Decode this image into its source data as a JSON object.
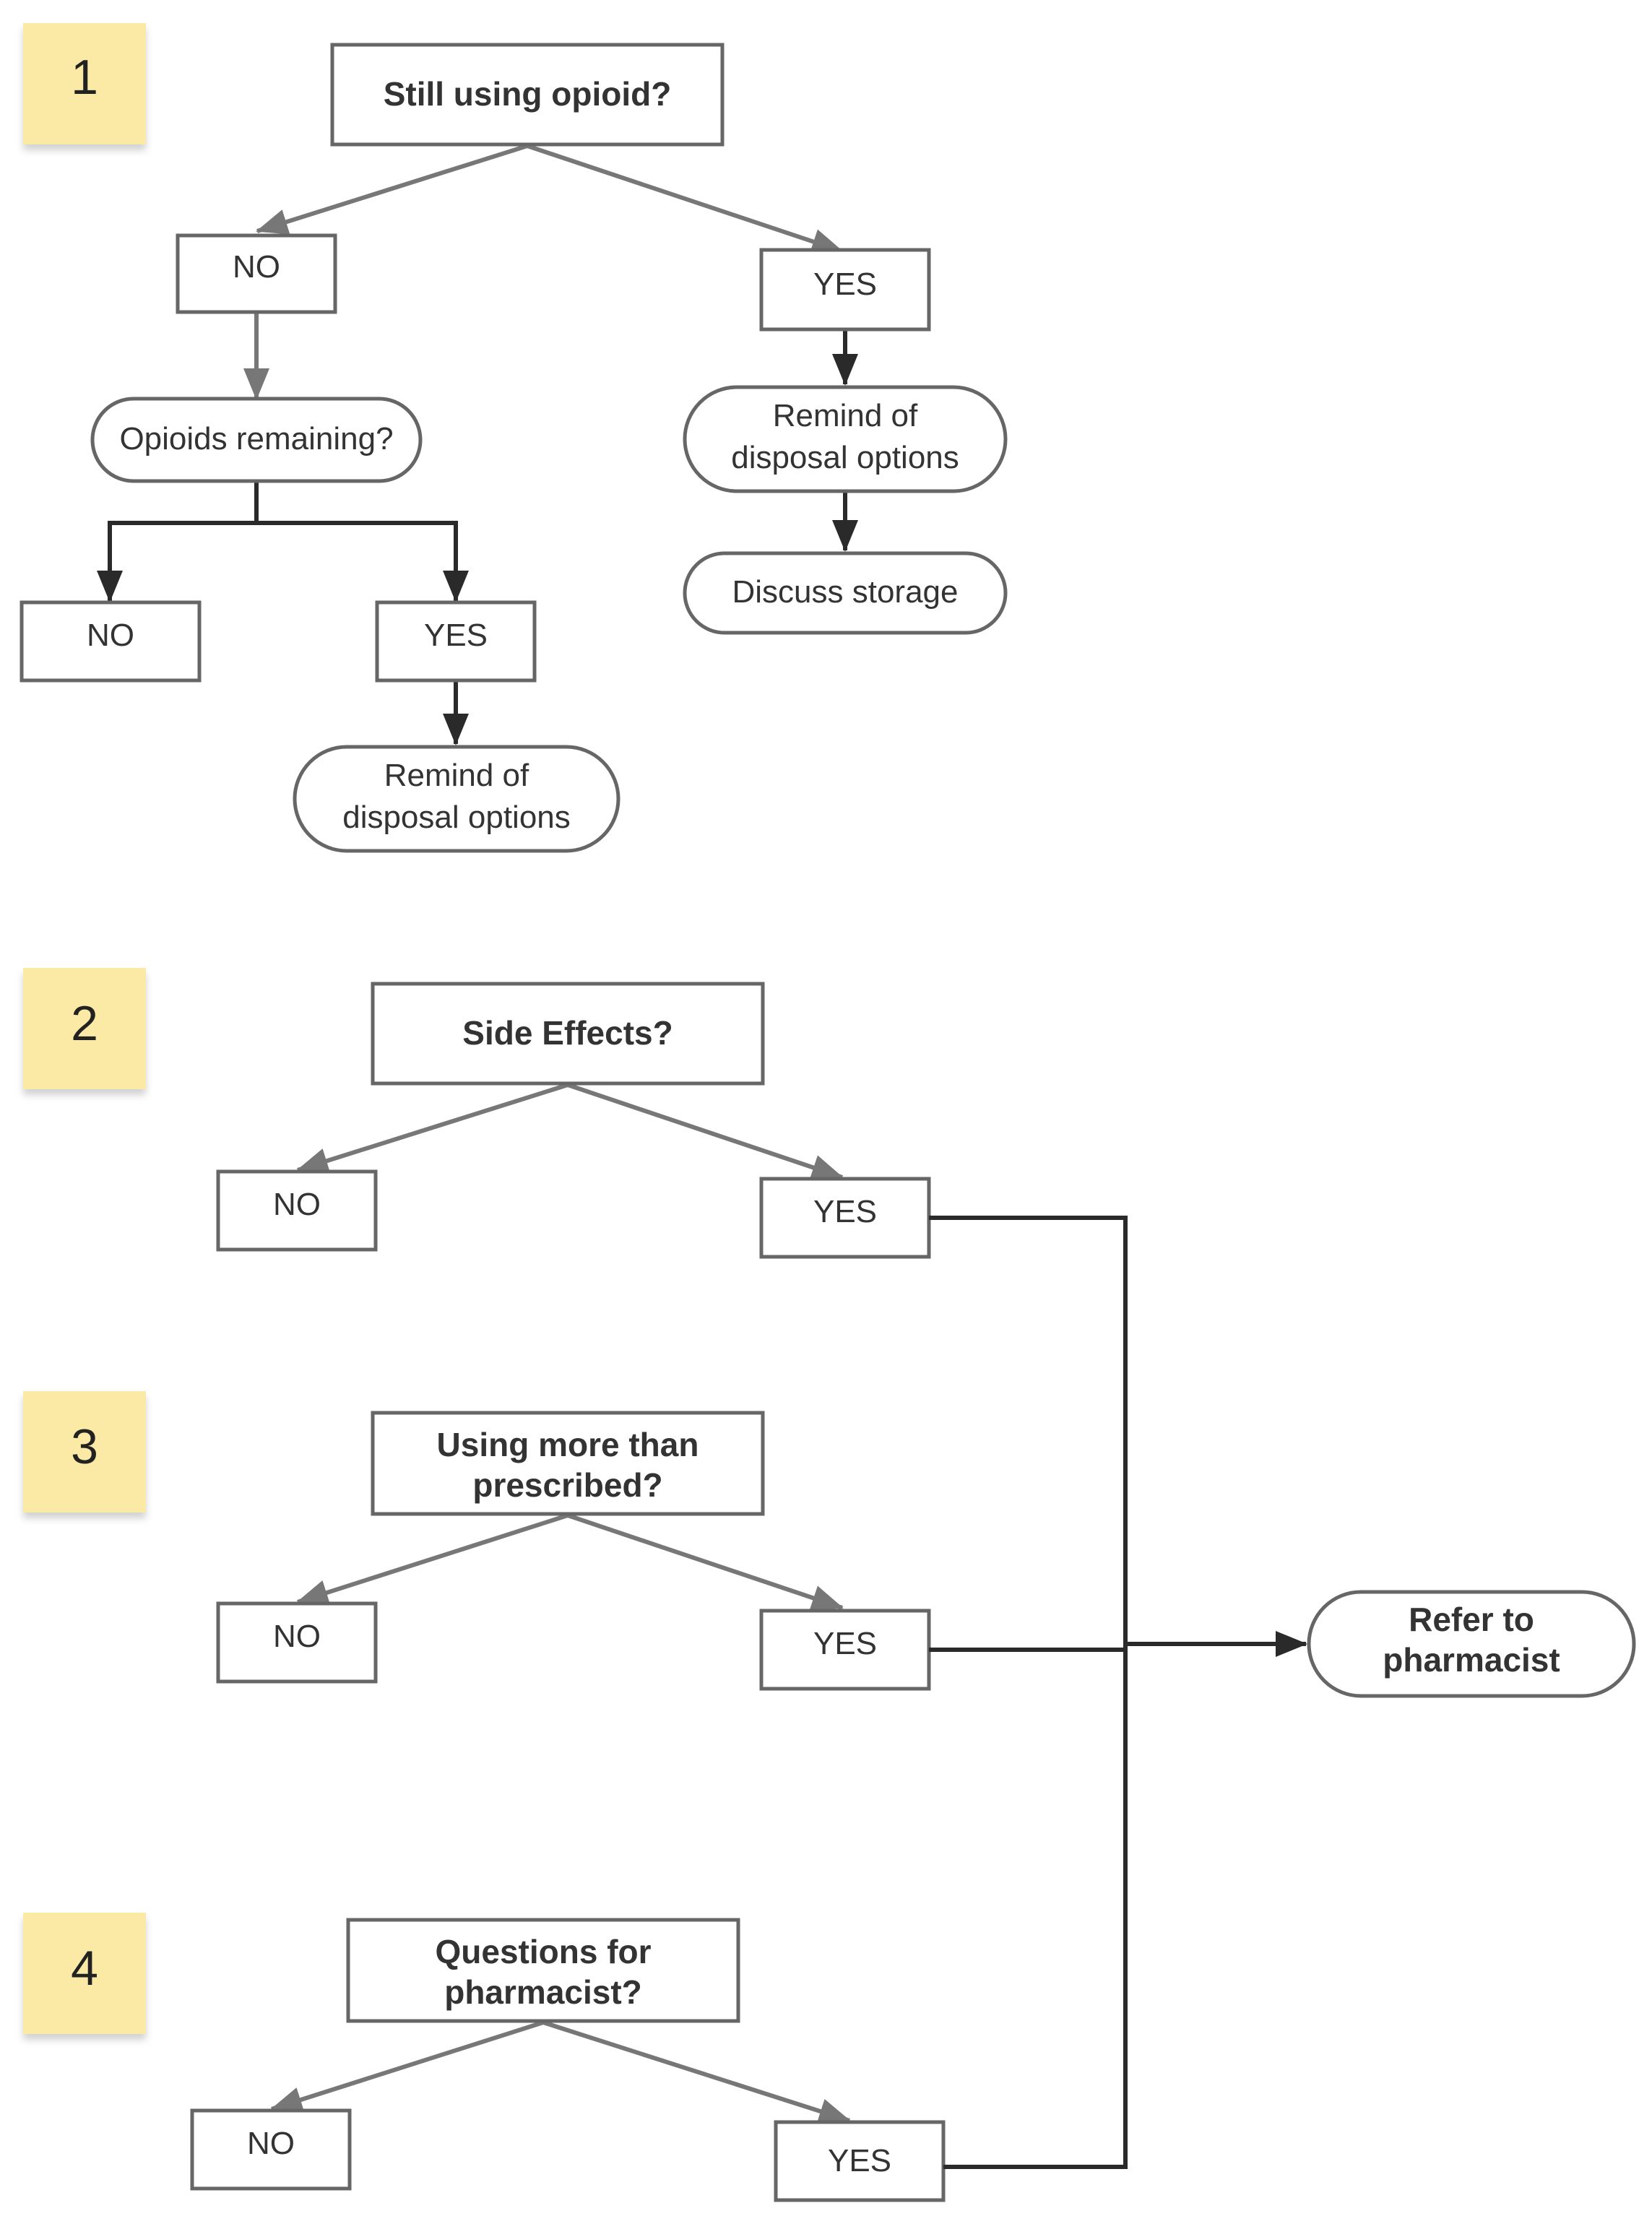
{
  "colors": {
    "box_stroke": "#666666",
    "arrow_gray": "#777777",
    "arrow_dark": "#2a2a2a",
    "sticky_note": "#fbeaa5",
    "text": "#333333"
  },
  "sections": [
    {
      "number": "1",
      "question": "Still using opioid?",
      "no_label": "NO",
      "yes_label": "YES",
      "no_branch": {
        "question": "Opioids remaining?",
        "no_label": "NO",
        "yes_label": "YES",
        "yes_action": [
          "Remind of",
          "disposal options"
        ]
      },
      "yes_branch": {
        "actions": [
          [
            "Remind of",
            "disposal options"
          ],
          [
            "Discuss storage"
          ]
        ]
      }
    },
    {
      "number": "2",
      "question": [
        "Side Effects?"
      ],
      "no_label": "NO",
      "yes_label": "YES"
    },
    {
      "number": "3",
      "question": [
        "Using more than",
        "prescribed?"
      ],
      "no_label": "NO",
      "yes_label": "YES"
    },
    {
      "number": "4",
      "question": [
        "Questions for",
        "pharmacist?"
      ],
      "no_label": "NO",
      "yes_label": "YES"
    }
  ],
  "outcome": [
    "Refer to",
    "pharmacist"
  ]
}
